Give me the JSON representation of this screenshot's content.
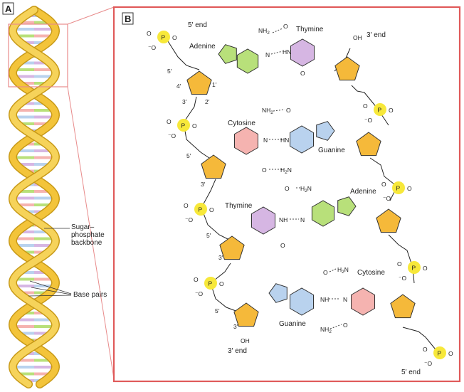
{
  "panels": {
    "a": {
      "letter": "A"
    },
    "b": {
      "letter": "B"
    }
  },
  "helix_labels": {
    "backbone": [
      "Sugar–",
      "phosphate",
      "backbone"
    ],
    "base_pairs": "Base pairs"
  },
  "strand_ends": {
    "top_left": "5′ end",
    "top_right": "3′ end",
    "bottom_left": "3′ end",
    "bottom_right": "5′ end"
  },
  "carbon_labels": [
    "5′",
    "4′",
    "1′",
    "3′",
    "2′"
  ],
  "ring_atom_labels": [
    "5′",
    "3′",
    "5′",
    "3′",
    "5′",
    "3′"
  ],
  "bases": {
    "adenine": "Adenine",
    "thymine": "Thymine",
    "cytosine": "Cytosine",
    "guanine": "Guanine"
  },
  "atoms": {
    "P": "P",
    "O": "O",
    "N": "N",
    "H": "H",
    "OH": "OH",
    "NH": "NH",
    "HN": "HN",
    "NH2": "NH",
    "H2N": "H",
    "minusO": "⁻O",
    "sub2": "2"
  },
  "colors": {
    "phosphate": "#f7e83a",
    "sugar": "#f5b93a",
    "adenine": "#b8e07a",
    "thymine": "#d6b6e3",
    "cytosine": "#f5b3b0",
    "guanine": "#b9d2ee",
    "frame": "#e05a5a",
    "helix": "#f3c43a"
  }
}
